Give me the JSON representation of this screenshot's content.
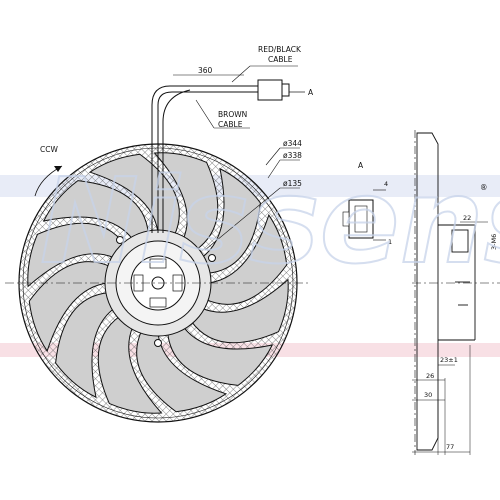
{
  "watermark": {
    "brand": "Nissens",
    "mark": "®",
    "stripe_colors": [
      "#c9d4ee",
      "#f2c6cf"
    ]
  },
  "labels": {
    "red_black_cable": [
      "RED/BLACK",
      "CABLE"
    ],
    "brown_cable": [
      "BROWN",
      "CABLE"
    ],
    "cable_length": "360",
    "rotation": "CCW",
    "connector_ref": "A",
    "detail_title": "A",
    "pin_1": "1",
    "pin_4": "4",
    "dia_outer": "ø344",
    "dia_shroud": "ø338",
    "dia_hub": "ø135",
    "dim_22": "22",
    "dim_m6": "3-M6",
    "dim_23": "23±1",
    "dim_26": "26",
    "dim_30": "30",
    "dim_77": "77"
  },
  "fan": {
    "blade_count": 12,
    "rotation": "counter-clockwise"
  },
  "colors": {
    "line": "#111111",
    "blade_fill": "#cfcfcf",
    "hatch": "#666666"
  }
}
